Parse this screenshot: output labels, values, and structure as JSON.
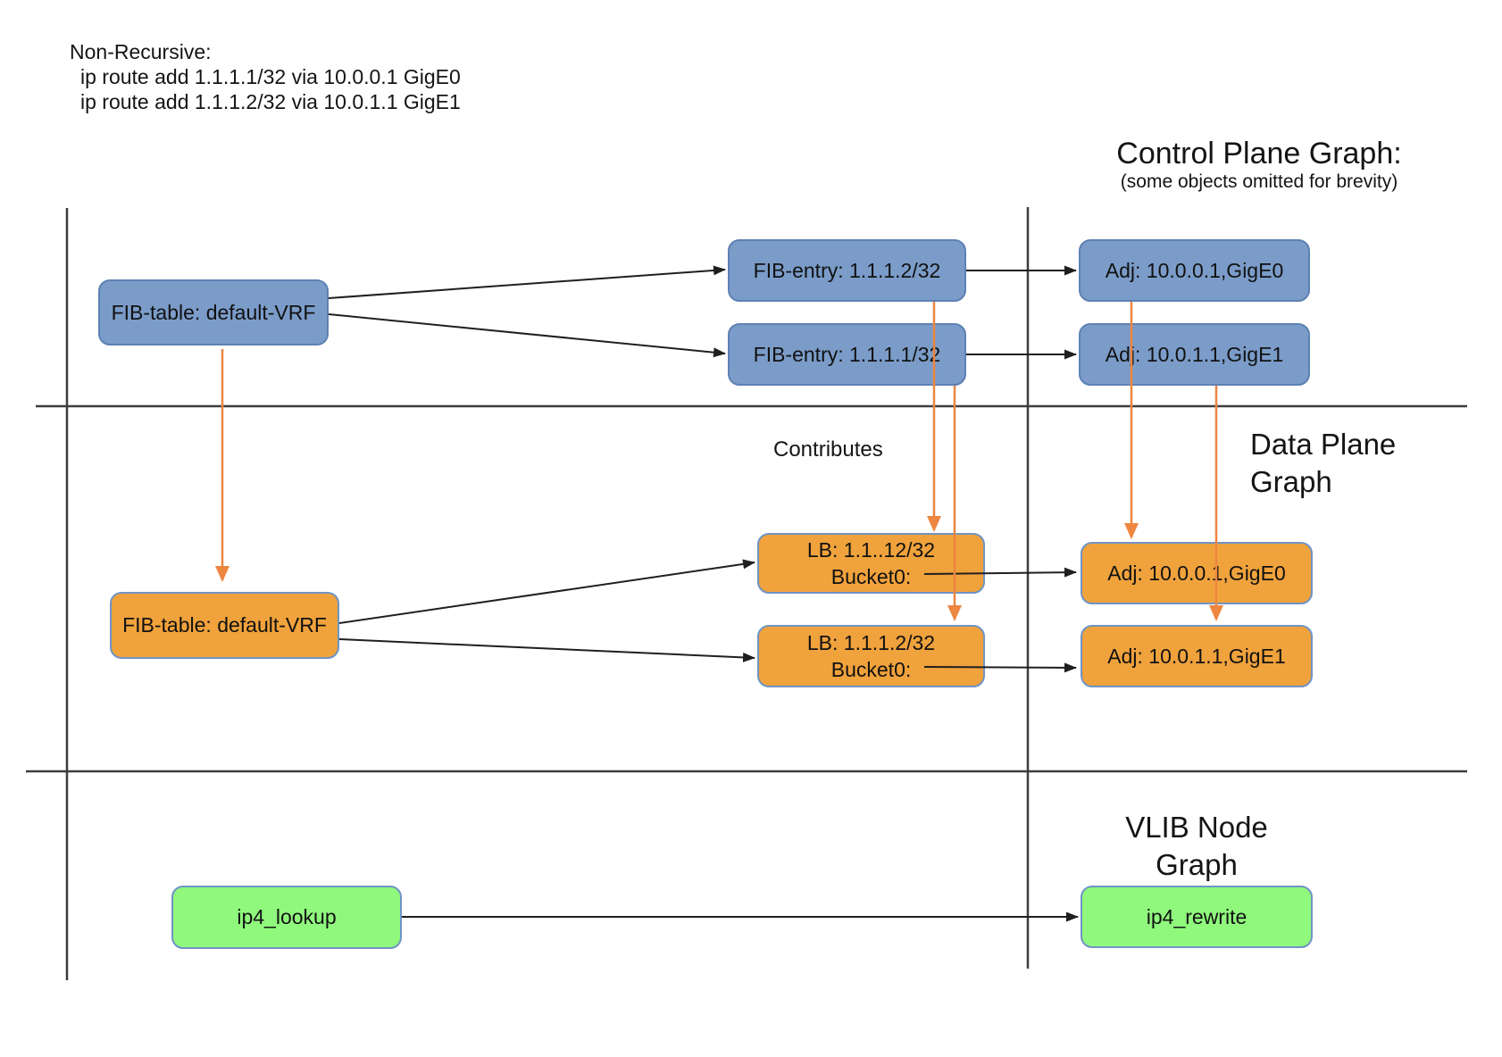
{
  "annotation": {
    "title": "Non-Recursive:",
    "route1": "ip route add 1.1.1.1/32 via 10.0.0.1 GigE0",
    "route2": "ip route add 1.1.1.2/32 via 10.0.1.1 GigE1"
  },
  "sections": {
    "control_plane": {
      "title": "Control Plane Graph:",
      "subtitle": "(some objects omitted for brevity)"
    },
    "data_plane": {
      "line1": "Data Plane",
      "line2": "Graph"
    },
    "vlib": {
      "line1": "VLIB Node",
      "line2": "Graph"
    }
  },
  "labels": {
    "contributes": "Contributes"
  },
  "nodes": {
    "cp_fib_table": {
      "label": "FIB-table: default-VRF"
    },
    "cp_fib_entry_top": {
      "label": "FIB-entry: 1.1.1.2/32"
    },
    "cp_fib_entry_bottom": {
      "label": "FIB-entry: 1.1.1.1/32"
    },
    "cp_adj_top": {
      "label": "Adj: 10.0.0.1,GigE0"
    },
    "cp_adj_bottom": {
      "label": "Adj: 10.0.1.1,GigE1"
    },
    "dp_fib_table": {
      "label": "FIB-table: default-VRF"
    },
    "dp_lb_top": {
      "line1": "LB: 1.1..12/32",
      "line2": "Bucket0:"
    },
    "dp_lb_bottom": {
      "line1": "LB: 1.1.1.2/32",
      "line2": "Bucket0:"
    },
    "dp_adj_top": {
      "label": "Adj: 10.0.0.1,GigE0"
    },
    "dp_adj_bottom": {
      "label": "Adj: 10.0.1.1,GigE1"
    },
    "vlib_lookup": {
      "label": "ip4_lookup"
    },
    "vlib_rewrite": {
      "label": "ip4_rewrite"
    }
  },
  "colors": {
    "node_blue_fill": "#7b9cc9",
    "node_blue_border": "#5d81b3",
    "node_orange_fill": "#f0a23c",
    "node_green_fill": "#90f87d",
    "node_light_border": "#6f94c4",
    "arrow_orange": "#ed8640",
    "arrow_black": "#1f1f1f",
    "separator_gray": "#3d3d3d"
  }
}
